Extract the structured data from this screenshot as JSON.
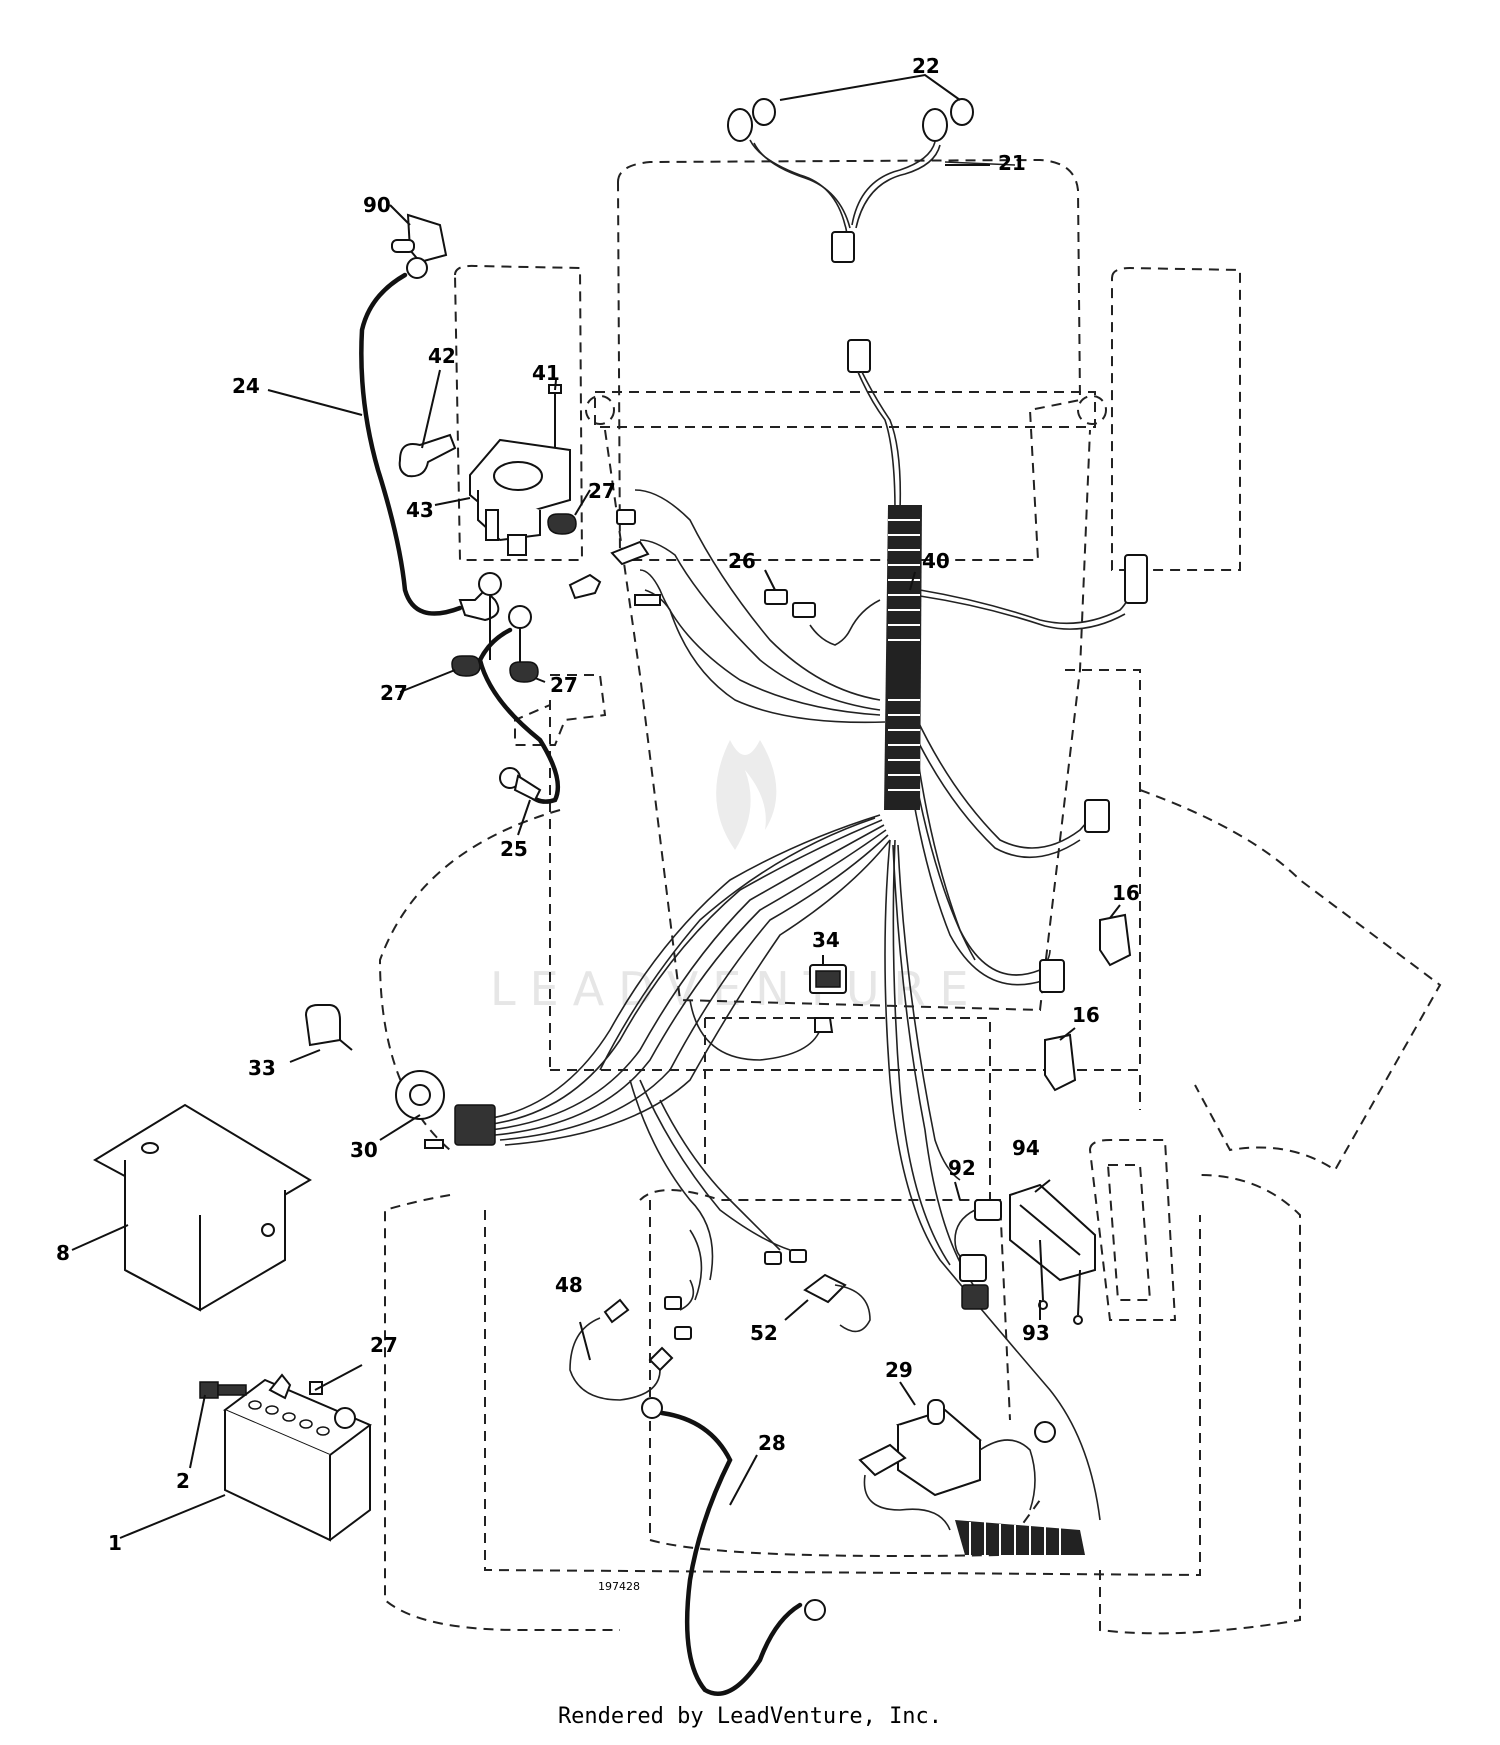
{
  "diagram": {
    "drawing_number": "197428",
    "watermark": "LEADVENTURE",
    "credit": "Rendered by LeadVenture, Inc.",
    "callouts": [
      {
        "id": "c1",
        "label": "1"
      },
      {
        "id": "c2",
        "label": "2"
      },
      {
        "id": "c8",
        "label": "8"
      },
      {
        "id": "c16a",
        "label": "16"
      },
      {
        "id": "c16b",
        "label": "16"
      },
      {
        "id": "c21",
        "label": "21"
      },
      {
        "id": "c22",
        "label": "22"
      },
      {
        "id": "c24",
        "label": "24"
      },
      {
        "id": "c25",
        "label": "25"
      },
      {
        "id": "c26",
        "label": "26"
      },
      {
        "id": "c27a",
        "label": "27"
      },
      {
        "id": "c27b",
        "label": "27"
      },
      {
        "id": "c27c",
        "label": "27"
      },
      {
        "id": "c27d",
        "label": "27"
      },
      {
        "id": "c28",
        "label": "28"
      },
      {
        "id": "c29",
        "label": "29"
      },
      {
        "id": "c30",
        "label": "30"
      },
      {
        "id": "c33",
        "label": "33"
      },
      {
        "id": "c34",
        "label": "34"
      },
      {
        "id": "c40",
        "label": "40"
      },
      {
        "id": "c41",
        "label": "41"
      },
      {
        "id": "c42",
        "label": "42"
      },
      {
        "id": "c43",
        "label": "43"
      },
      {
        "id": "c48",
        "label": "48"
      },
      {
        "id": "c52",
        "label": "52"
      },
      {
        "id": "c90",
        "label": "90"
      },
      {
        "id": "c92",
        "label": "92"
      },
      {
        "id": "c93",
        "label": "93"
      },
      {
        "id": "c94",
        "label": "94"
      }
    ]
  }
}
